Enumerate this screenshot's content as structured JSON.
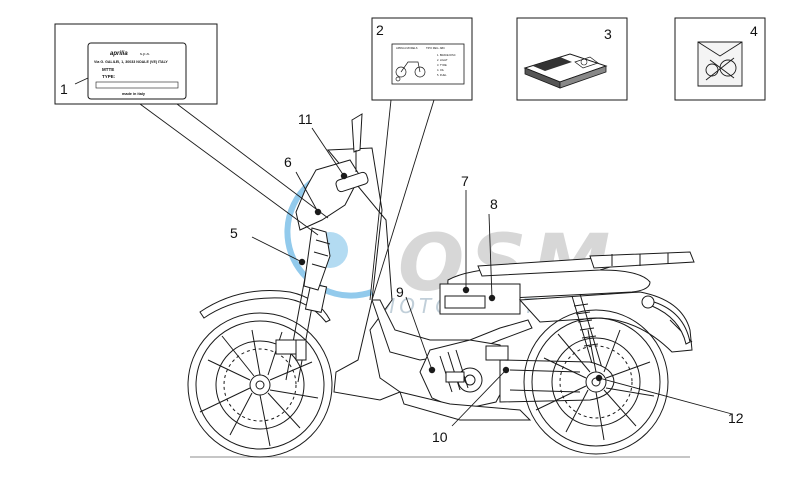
{
  "callouts": [
    "1",
    "2",
    "3",
    "4",
    "5",
    "6",
    "7",
    "8",
    "9",
    "10",
    "11",
    "12"
  ],
  "label_1": {
    "brand": "aprilia",
    "brand_suffix": "s.p.a.",
    "address": "Via G. GALILEI, 1, 30033 NOALE (VE) ITALY",
    "model": "MTTE",
    "type": "TYPE:",
    "origin": "made in italy"
  },
  "label_2_lines": [
    "APRILIA MODELS",
    "TIPO REG. ABC",
    "1. BRAKE DISC",
    "2. LIGHT",
    "3. TYRE",
    "4. OIL",
    "5. FUEL"
  ],
  "watermark": {
    "logo": "OSM",
    "tagline": "MOTORPARTS"
  },
  "colors": {
    "line": "#1a1a1a",
    "watermark_blue": "#3aa0dd",
    "watermark_gray": "#b8b8b8"
  }
}
